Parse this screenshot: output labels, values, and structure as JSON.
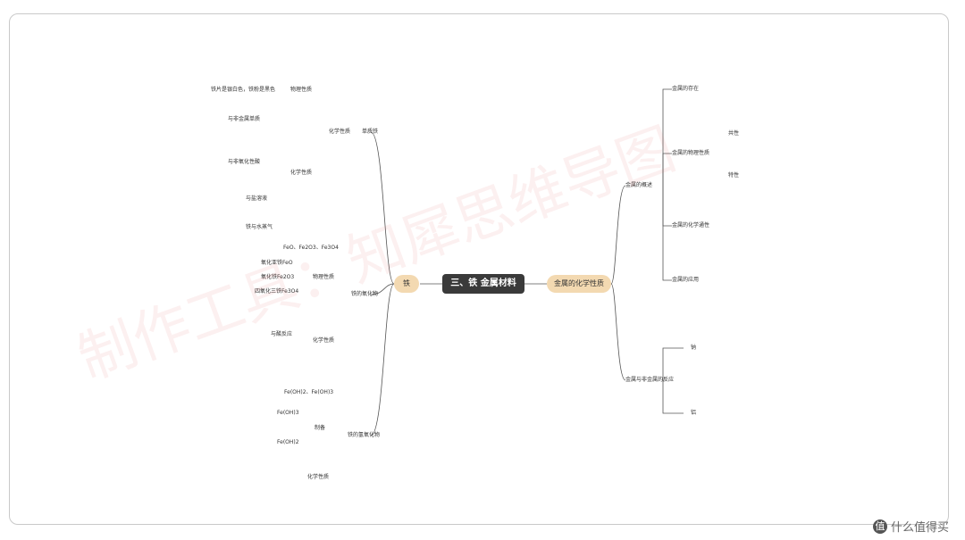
{
  "central_topic": "三、铁 金属材料",
  "branches": {
    "iron": "铁",
    "metal_props": "金属的化学性质"
  },
  "iron": {
    "simple": "单质铁",
    "oxides": "铁的氧化物",
    "hydroxides": "铁的氢氧化物",
    "phys_props": "物理性质",
    "phys_text": "铁片是银白色，铁粉是黑色",
    "chem_props": "化学性质",
    "chem_nonmetal": "与非金属单质",
    "chem_acid": "与非氧化性酸",
    "chem_salt": "与盐溶液",
    "chem_water": "铁与水蒸气",
    "ox_list": "FeO、Fe2O3、Fe3O4",
    "ox_phys": "物理性质",
    "ox_feo": "氧化亚铁FeO",
    "ox_fe2o3": "氧化铁Fe2O3",
    "ox_fe3o4": "四氧化三铁Fe3O4",
    "ox_chem": "化学性质",
    "ox_acid": "与酸反应",
    "hyd_list": "Fe(OH)2、Fe(OH)3",
    "hyd_prep": "制备",
    "hyd_feoh3": "Fe(OH)3",
    "hyd_feoh2": "Fe(OH)2",
    "hyd_chem": "化学性质"
  },
  "metals": {
    "overview": "金属的概述",
    "nonmetal": "金属与非金属的反应",
    "exist": "金属的存在",
    "physical": "金属的物理性质",
    "chemical": "金属的化学通性",
    "application": "金属的应用",
    "common": "共性",
    "special": "特性",
    "sodium": "钠",
    "aluminum": "铝"
  },
  "watermark": "制作工具：知犀思维导图",
  "logo_text": "什么值得买",
  "logo_badge": "值"
}
